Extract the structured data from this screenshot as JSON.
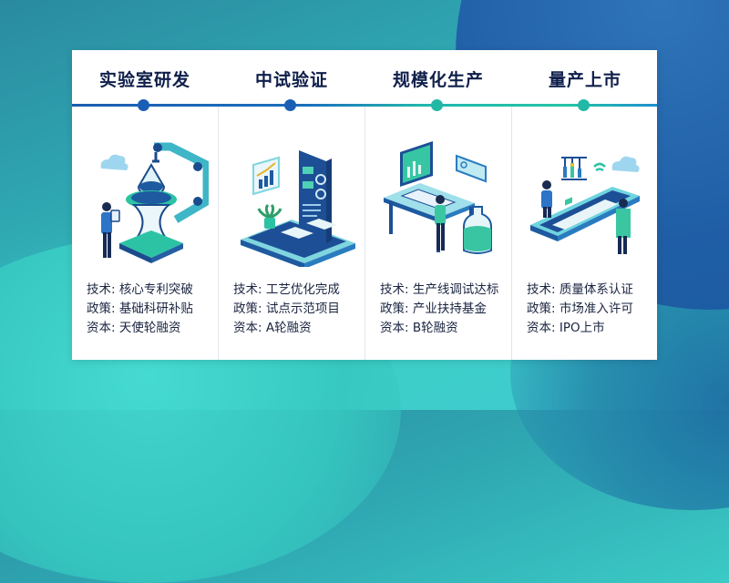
{
  "stages": [
    {
      "title": "实验室研发",
      "dot_color": "#1a5fb4",
      "illustration": "lab-research-icon",
      "rows": [
        {
          "label": "技术:",
          "value": "核心专利突破"
        },
        {
          "label": "政策:",
          "value": "基础科研补贴"
        },
        {
          "label": "资本:",
          "value": "天使轮融资"
        }
      ]
    },
    {
      "title": "中试验证",
      "dot_color": "#1a5fb4",
      "illustration": "pilot-test-icon",
      "rows": [
        {
          "label": "技术:",
          "value": "工艺优化完成"
        },
        {
          "label": "政策:",
          "value": "试点示范项目"
        },
        {
          "label": "资本:",
          "value": "A轮融资"
        }
      ]
    },
    {
      "title": "规模化生产",
      "dot_color": "#22b8a6",
      "illustration": "mass-production-icon",
      "rows": [
        {
          "label": "技术:",
          "value": "生产线调试达标"
        },
        {
          "label": "政策:",
          "value": "产业扶持基金"
        },
        {
          "label": "资本:",
          "value": "B轮融资"
        }
      ]
    },
    {
      "title": "量产上市",
      "dot_color": "#22b8a6",
      "illustration": "market-launch-icon",
      "rows": [
        {
          "label": "技术:",
          "value": "质量体系认证"
        },
        {
          "label": "政策:",
          "value": "市场准入许可"
        },
        {
          "label": "资本:",
          "value": "IPO上市"
        }
      ]
    }
  ]
}
